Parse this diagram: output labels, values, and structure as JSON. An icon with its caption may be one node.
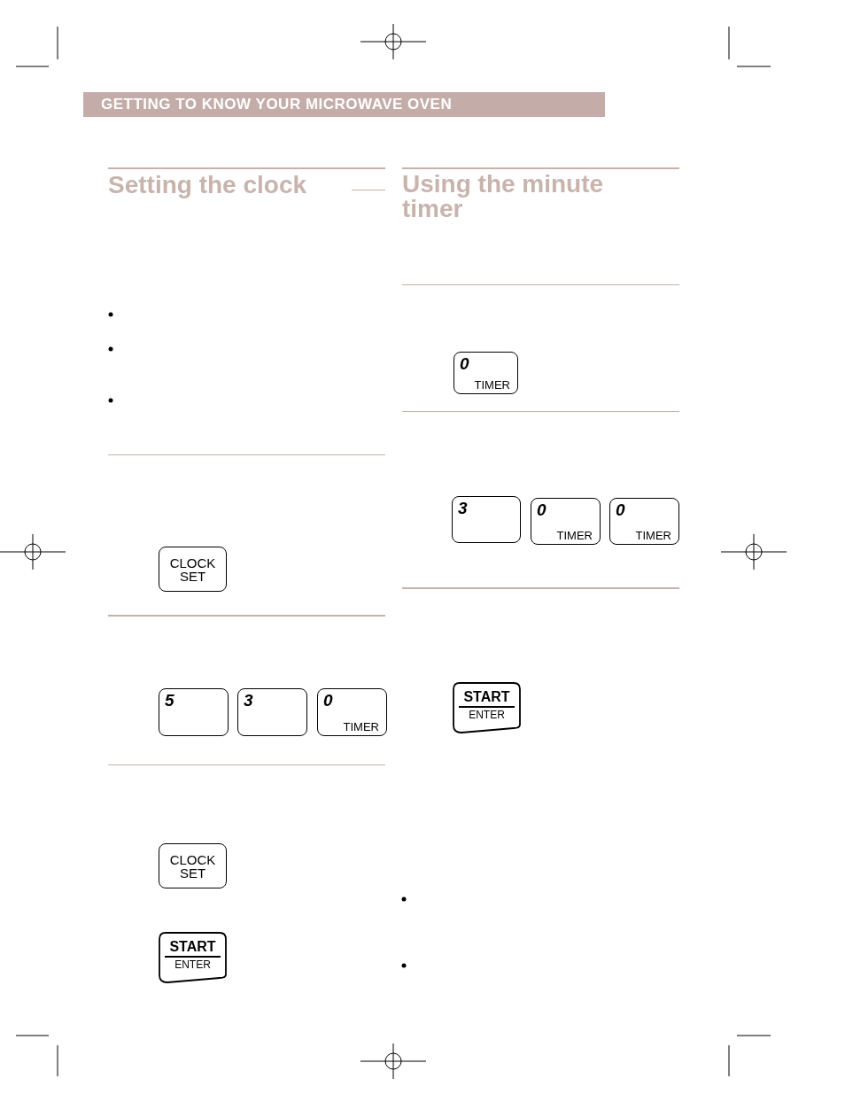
{
  "diagram": {
    "nodes": [
      {
        "text": [
          "CLOCK SET"
        ]
      },
      {
        "text": [
          "5"
        ]
      },
      {
        "text": [
          "3"
        ]
      },
      {
        "text": [
          "0",
          "TIMER"
        ]
      },
      {
        "text": [
          "CLOCK SET"
        ]
      },
      {
        "text": [
          "START",
          "ENTER"
        ]
      },
      {
        "text": [
          "0",
          "TIMER"
        ]
      },
      {
        "text": [
          "3"
        ]
      },
      {
        "text": [
          "0",
          "TIMER"
        ]
      },
      {
        "text": [
          "0",
          "TIMER"
        ]
      },
      {
        "text": [
          "START",
          "ENTER"
        ]
      }
    ],
    "edges": [],
    "labels": [
      "GETTING TO KNOW YOUR MICROWAVE OVEN",
      "Setting the clock",
      "Using the minute timer"
    ]
  }
}
